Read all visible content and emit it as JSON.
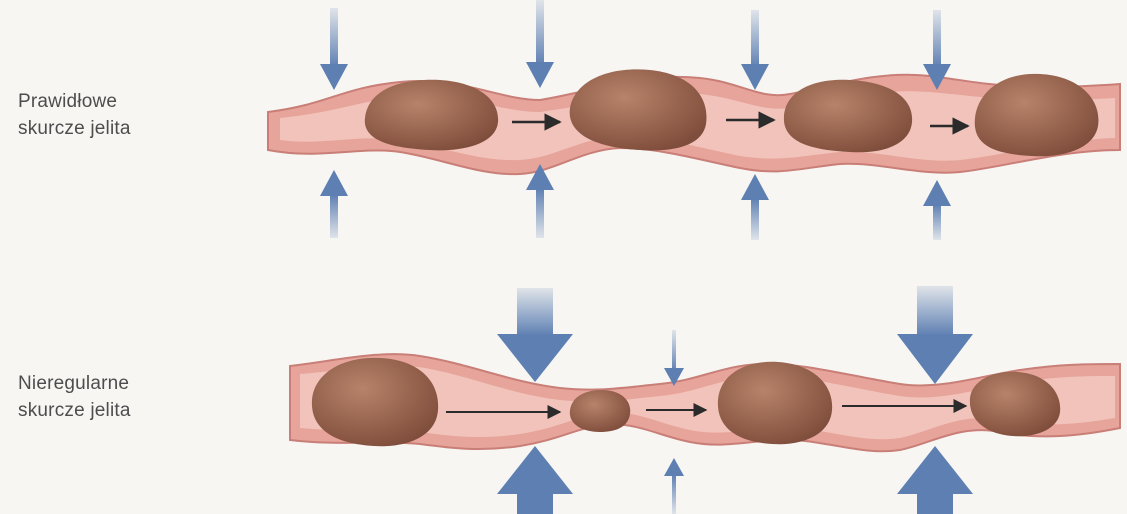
{
  "diagram": {
    "rows": [
      {
        "id": "normal",
        "label_line1": "Prawidłowe",
        "label_line2": "skurcze jelita"
      },
      {
        "id": "irregular",
        "label_line1": "Nieregularne",
        "label_line2": "skurcze jelita"
      }
    ]
  },
  "colors": {
    "background": "#f7f6f3",
    "intestine_wall": "#e6a49b",
    "intestine_lumen": "#f3c9c0",
    "intestine_edge": "#c97f77",
    "stool": "#8f5a45",
    "stool_highlight": "#b7836a",
    "pressure_arrow": "#5d7fb2",
    "flow_arrow": "#2b2b2b",
    "text": "#4d4d4d"
  },
  "icons": [
    "pressure-arrow-icon",
    "flow-arrow-icon"
  ]
}
